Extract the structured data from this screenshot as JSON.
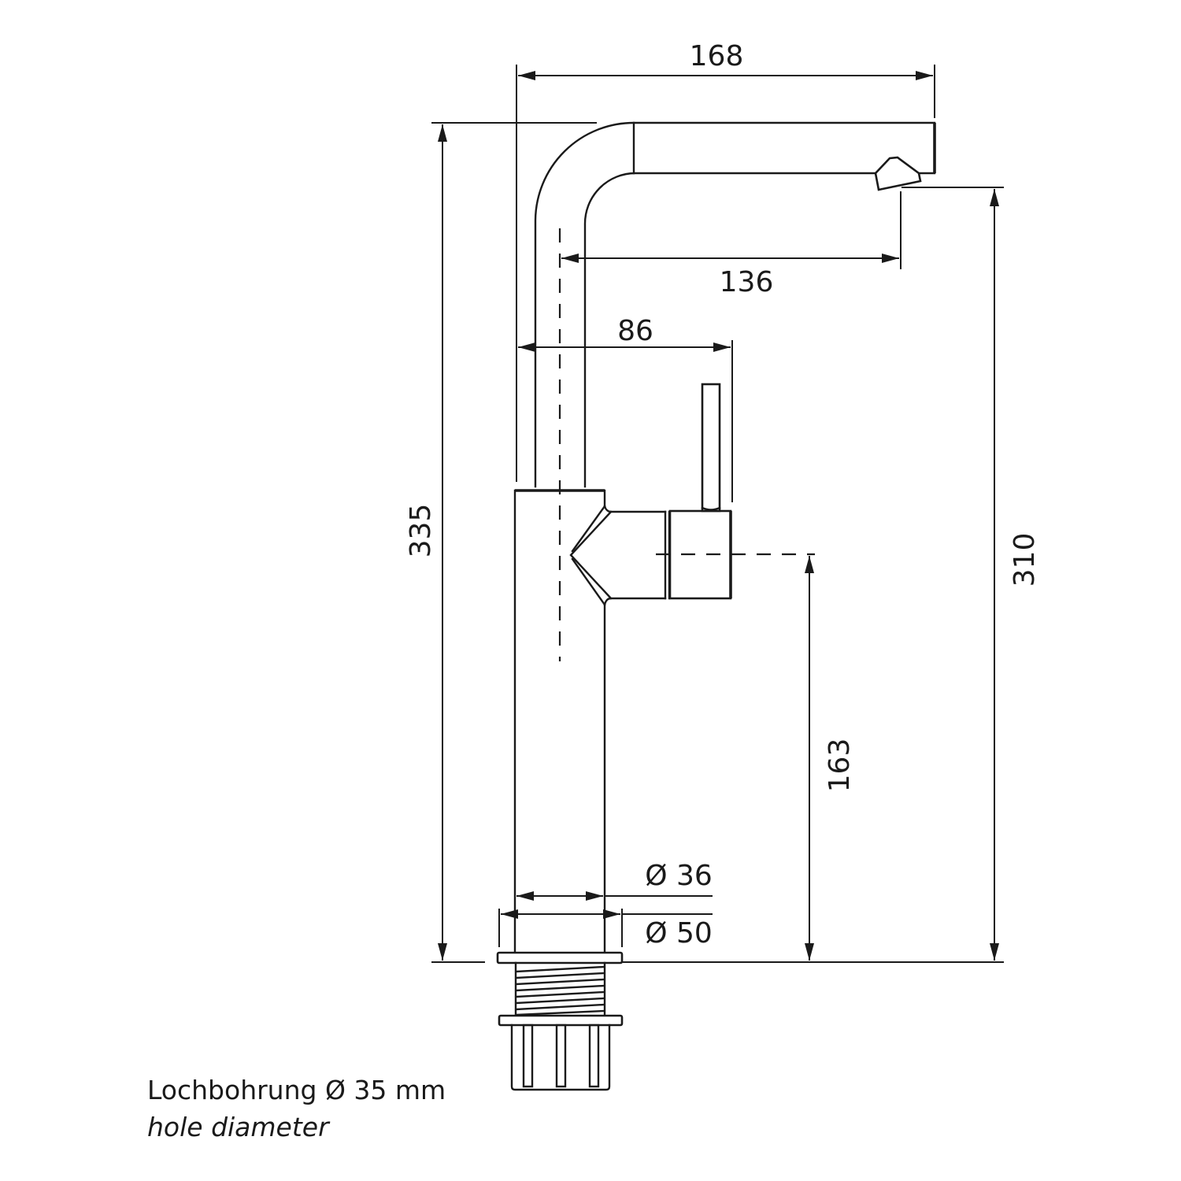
{
  "drawing": {
    "subject": "single-lever tall basin faucet technical drawing",
    "units": "mm",
    "line_color": "#1a1a1a",
    "background": "#ffffff"
  },
  "dimensions": {
    "total_width": "168",
    "spout_reach": "136",
    "lever_offset": "86",
    "total_height": "335",
    "spout_outlet_height": "310",
    "lever_axis_height": "163",
    "body_diameter": "Ø 36",
    "base_diameter": "Ø 50"
  },
  "notes": {
    "hole_label": "Lochbohrung Ø 35 mm",
    "hole_label_en": "hole diameter"
  }
}
